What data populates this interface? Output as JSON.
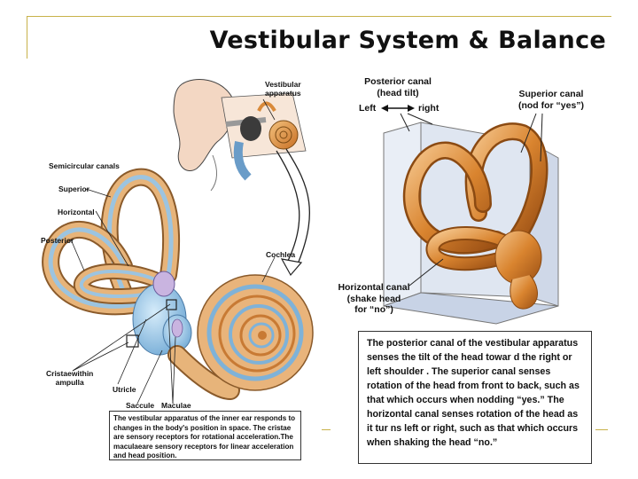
{
  "slide": {
    "title": "Vestibular System & Balance"
  },
  "left_diagram": {
    "labels": {
      "vestibular_apparatus": "Vestibular\napparatus",
      "semicircular_canals": "Semicircular canals",
      "superior": "Superior",
      "horizontal": "Horizontal",
      "posterior": "Posterior",
      "cochlea": "Cochlea",
      "cristae": "Cristaewithin\nampulla",
      "utricle": "Utricle",
      "saccule": "Saccule",
      "maculae": "Maculae"
    },
    "caption": "The vestibular apparatus of the inner ear responds to changes in the body's position in space. The cristae are sensory receptors for rotational acceleration.The maculaeare sensory receptors for linear acceleration and head position."
  },
  "right_diagram": {
    "labels": {
      "posterior_canal": "Posterior canal\n(head tilt)",
      "left": "Left",
      "right": "right",
      "superior_canal": "Superior canal\n(nod for “yes”)",
      "horizontal_canal": "Horizontal canal\n(shake head\nfor “no”)"
    },
    "caption": "The posterior canal of the vestibular apparatus senses the tilt of the head towar d the right or left shoulder . The superior canal senses rotation of the head from front to back, such as that which occurs when nodding “yes.” The horizontal canal senses rotation of the head as it tur ns left or right, such as that which occurs when shaking the head “no.”"
  },
  "colors": {
    "accent_line": "#c8b24a",
    "canal_orange": "#d98a3a",
    "canal_blue": "#8ab4d8",
    "vestibule_blue": "#9cc7e6"
  }
}
